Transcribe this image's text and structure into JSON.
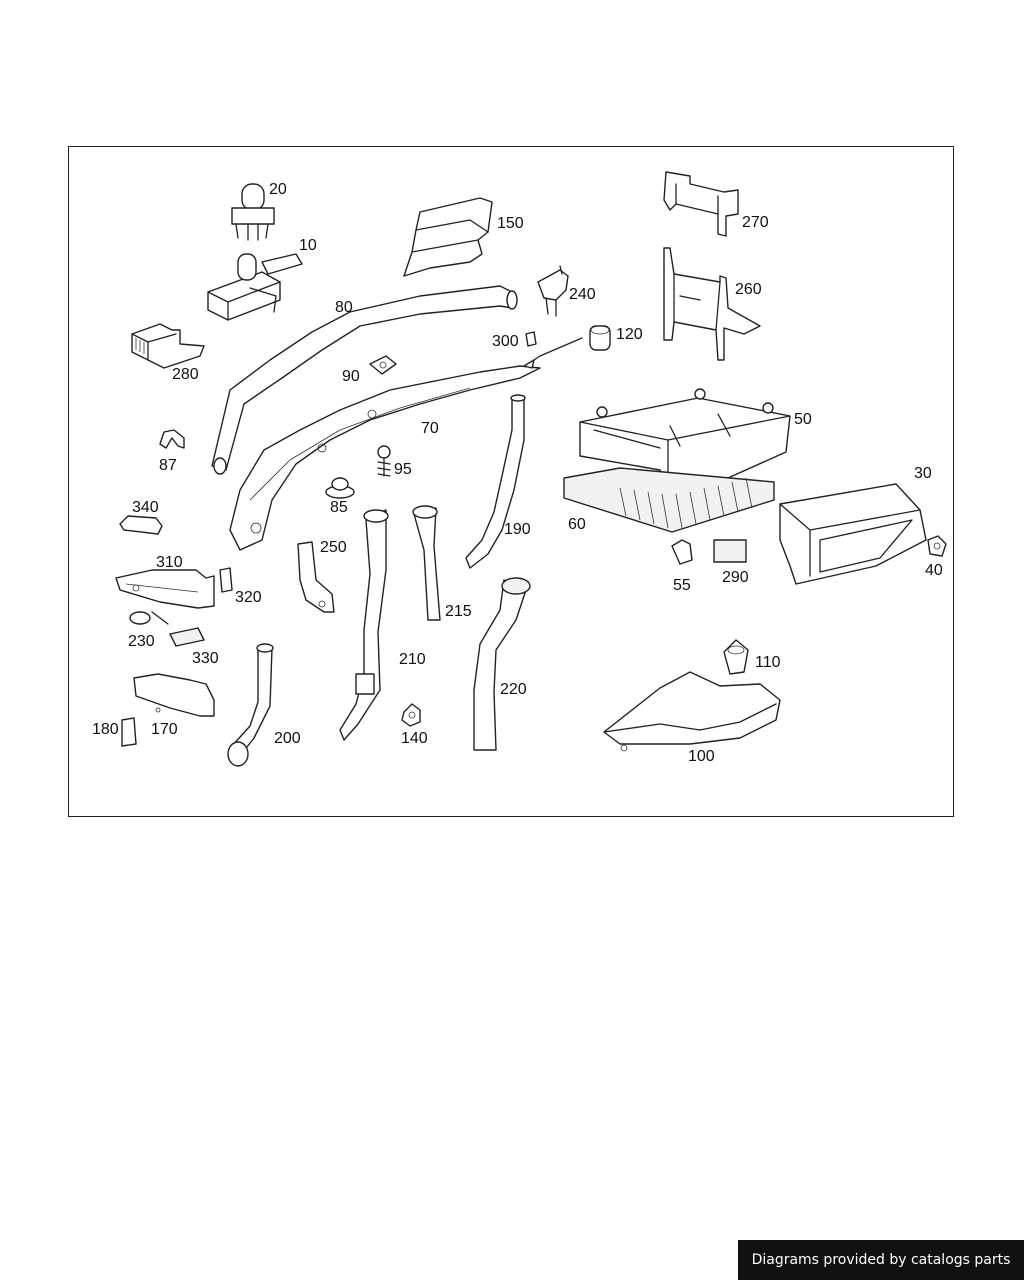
{
  "labels": {
    "p10": "10",
    "p20": "20",
    "p30": "30",
    "p40": "40",
    "p50": "50",
    "p55": "55",
    "p60": "60",
    "p70": "70",
    "p80": "80",
    "p85": "85",
    "p87": "87",
    "p90": "90",
    "p95": "95",
    "p100": "100",
    "p110": "110",
    "p120": "120",
    "p140": "140",
    "p150": "150",
    "p170": "170",
    "p180": "180",
    "p190": "190",
    "p200": "200",
    "p210": "210",
    "p215": "215",
    "p220": "220",
    "p230": "230",
    "p240": "240",
    "p250": "250",
    "p260": "260",
    "p270": "270",
    "p280": "280",
    "p290": "290",
    "p300": "300",
    "p310": "310",
    "p320": "320",
    "p330": "330",
    "p340": "340"
  },
  "footer": {
    "credit": "Diagrams provided by catalogs parts"
  }
}
